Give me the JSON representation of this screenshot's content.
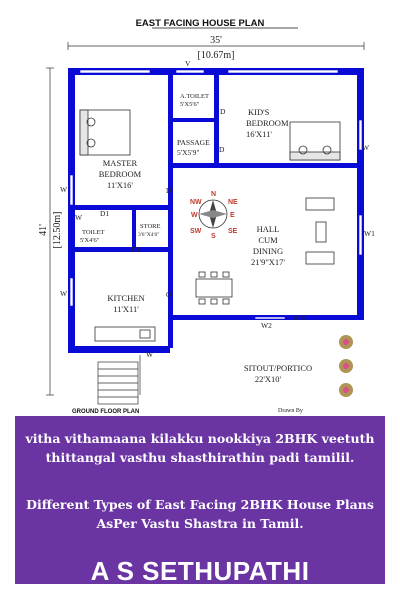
{
  "plan": {
    "title": "EAST FACING HOUSE PLAN",
    "width_ft": "35'",
    "width_m": "[10.67m]",
    "depth_ft": "41'",
    "depth_m": "[12.50m]",
    "rooms": {
      "master_bedroom": {
        "name": "MASTER",
        "name2": "BEDROOM",
        "size": "11'X16'"
      },
      "kids_bedroom": {
        "name": "KID'S",
        "name2": "BEDROOM",
        "size": "16'X11'"
      },
      "a_toilet": {
        "name": "A.TOILET",
        "size": "5'X5'6\""
      },
      "passage": {
        "name": "PASSAGE",
        "size": "5'X5'9\""
      },
      "toilet": {
        "name": "TOILET",
        "size": "5'X4'6\""
      },
      "store": {
        "name": "STORE",
        "size": "3'6\"X4'6\""
      },
      "hall": {
        "name": "HALL",
        "name2": "CUM",
        "name3": "DINING",
        "size": "21'9\"X17'"
      },
      "kitchen": {
        "name": "KITCHEN",
        "size": "11'X11'"
      },
      "sitout": {
        "name": "SITOUT/PORTICO",
        "size": "22'X10'"
      }
    },
    "labels": {
      "d": "D",
      "d1": "D1",
      "md": "MD",
      "w": "W",
      "w1": "W1",
      "w2": "W2",
      "v": "V",
      "o": "O",
      "ground_floor": "GROUND FLOOR PLAN",
      "drawn_by": "Drawn By"
    },
    "compass": {
      "n": "N",
      "s": "S",
      "e": "E",
      "w": "W",
      "ne": "NE",
      "nw": "NW",
      "se": "SE",
      "sw": "SW"
    },
    "colors": {
      "wall": "#0a0ad6",
      "room_text": "#222222",
      "banner": "#6a35a3"
    }
  },
  "banner": {
    "tamil_line1": "vitha vithamaana kilakku nookkiya 2BHK veetuth",
    "tamil_line2": "thittangal vasthu shasthirathin padi tamilil.",
    "english_line1": "Different Types of East Facing 2BHK House Plans",
    "english_line2": "AsPer Vastu Shastra in Tamil.",
    "author": "A S SETHUPATHI"
  }
}
